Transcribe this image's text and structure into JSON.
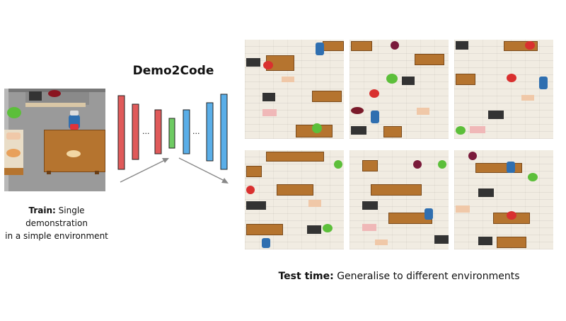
{
  "title": "Demo2Code",
  "train_caption": {
    "bold": "Train:",
    "line1": "Single demonstration",
    "line2": "in a simple environment"
  },
  "test_caption": {
    "bold": "Test time:",
    "text": "Generalise to different environments"
  },
  "ellipsis": "...",
  "colors": {
    "red_bar": "#e05a5a",
    "green_bar": "#6ecb63",
    "blue_bar": "#5aaee8",
    "arrow": "#888888",
    "counter": "#b5742f",
    "floor": "#f1ece2"
  }
}
